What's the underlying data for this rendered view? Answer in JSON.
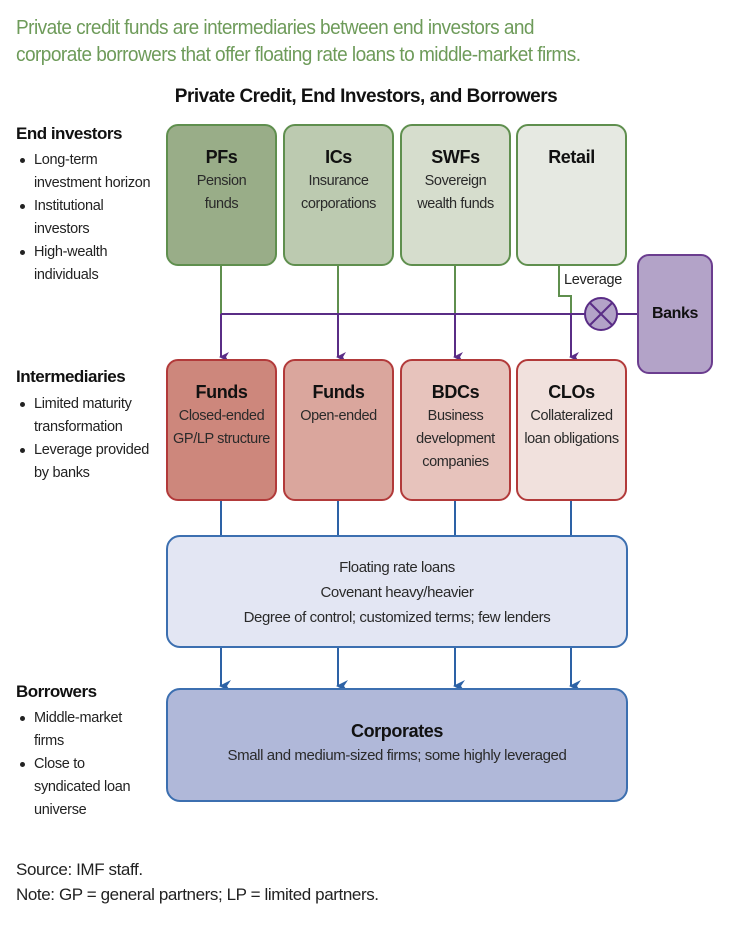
{
  "subtitle": {
    "line1": "Private credit funds are intermediaries between end investors and",
    "line2": "corporate borrowers that offer floating rate loans to middle-market firms."
  },
  "title": "Private Credit, End Investors, and Borrowers",
  "colors": {
    "subtitle": "#6e9b5a",
    "investor_border": "#5f8f4e",
    "intermediary_border": "#b23a3a",
    "bank_purple": "#6b3d8f",
    "loan_blue": "#3c6fb0"
  },
  "sections": {
    "end_investors": {
      "heading": "End investors",
      "bullets": [
        "Long-term investment horizon",
        "Institutional investors",
        "High-wealth individuals"
      ]
    },
    "intermediaries": {
      "heading": "Intermediaries",
      "bullets": [
        "Limited maturity transformation",
        "Leverage provided by banks"
      ]
    },
    "borrowers": {
      "heading": "Borrowers",
      "bullets": [
        "Middle-market firms",
        "Close to syndicated loan universe"
      ]
    }
  },
  "investors": [
    {
      "title": "PFs",
      "subtitle": "Pension funds",
      "fill": "#99ad88"
    },
    {
      "title": "ICs",
      "subtitle": "Insurance corporations",
      "fill": "#bccab0"
    },
    {
      "title": "SWFs",
      "subtitle": "Sovereign wealth funds",
      "fill": "#d6ddcd"
    },
    {
      "title": "Retail",
      "subtitle": "",
      "fill": "#e6e9e2"
    }
  ],
  "intermediaries": [
    {
      "title": "Funds",
      "subtitle": "Closed-ended GP/LP structure",
      "fill": "#cd877c"
    },
    {
      "title": "Funds",
      "subtitle": "Open-ended",
      "fill": "#daa69d"
    },
    {
      "title": "BDCs",
      "subtitle": "Business development companies",
      "fill": "#e7c3bc"
    },
    {
      "title": "CLOs",
      "subtitle": "Collateralized loan obligations",
      "fill": "#f1e1dd"
    }
  ],
  "banks": {
    "label": "Banks"
  },
  "leverage_label": "Leverage",
  "loans": {
    "lines": [
      "Floating rate loans",
      "Covenant heavy/heavier",
      "Degree of control; customized terms; few lenders"
    ]
  },
  "corporates": {
    "title": "Corporates",
    "subtitle": "Small and medium-sized firms; some highly leveraged"
  },
  "footer": {
    "source": "Source: IMF staff.",
    "note": "Note: GP = general partners; LP = limited partners."
  }
}
